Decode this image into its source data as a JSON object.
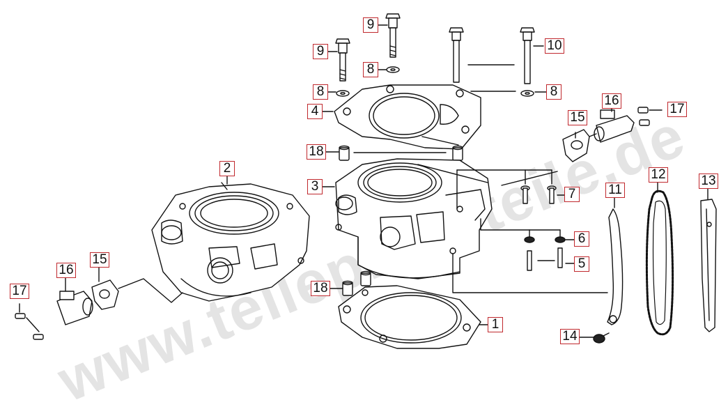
{
  "watermark": {
    "text": "www.teileplatz-teile.de",
    "color": "#e4e4e4"
  },
  "callouts": [
    {
      "id": "c9a",
      "label": "9"
    },
    {
      "id": "c9b",
      "label": "9"
    },
    {
      "id": "c10",
      "label": "10"
    },
    {
      "id": "c8a",
      "label": "8"
    },
    {
      "id": "c8b",
      "label": "8"
    },
    {
      "id": "c8c",
      "label": "8"
    },
    {
      "id": "c4",
      "label": "4"
    },
    {
      "id": "c16a",
      "label": "16"
    },
    {
      "id": "c17a",
      "label": "17"
    },
    {
      "id": "c15a",
      "label": "15"
    },
    {
      "id": "c18a",
      "label": "18"
    },
    {
      "id": "c2",
      "label": "2"
    },
    {
      "id": "c3",
      "label": "3"
    },
    {
      "id": "c7",
      "label": "7"
    },
    {
      "id": "c11",
      "label": "11"
    },
    {
      "id": "c12",
      "label": "12"
    },
    {
      "id": "c13",
      "label": "13"
    },
    {
      "id": "c6",
      "label": "6"
    },
    {
      "id": "c5",
      "label": "5"
    },
    {
      "id": "c15b",
      "label": "15"
    },
    {
      "id": "c16b",
      "label": "16"
    },
    {
      "id": "c17b",
      "label": "17"
    },
    {
      "id": "c18b",
      "label": "18"
    },
    {
      "id": "c1",
      "label": "1"
    },
    {
      "id": "c14",
      "label": "14"
    }
  ],
  "colors": {
    "callout_border": "#c0282d",
    "line": "#111111"
  }
}
